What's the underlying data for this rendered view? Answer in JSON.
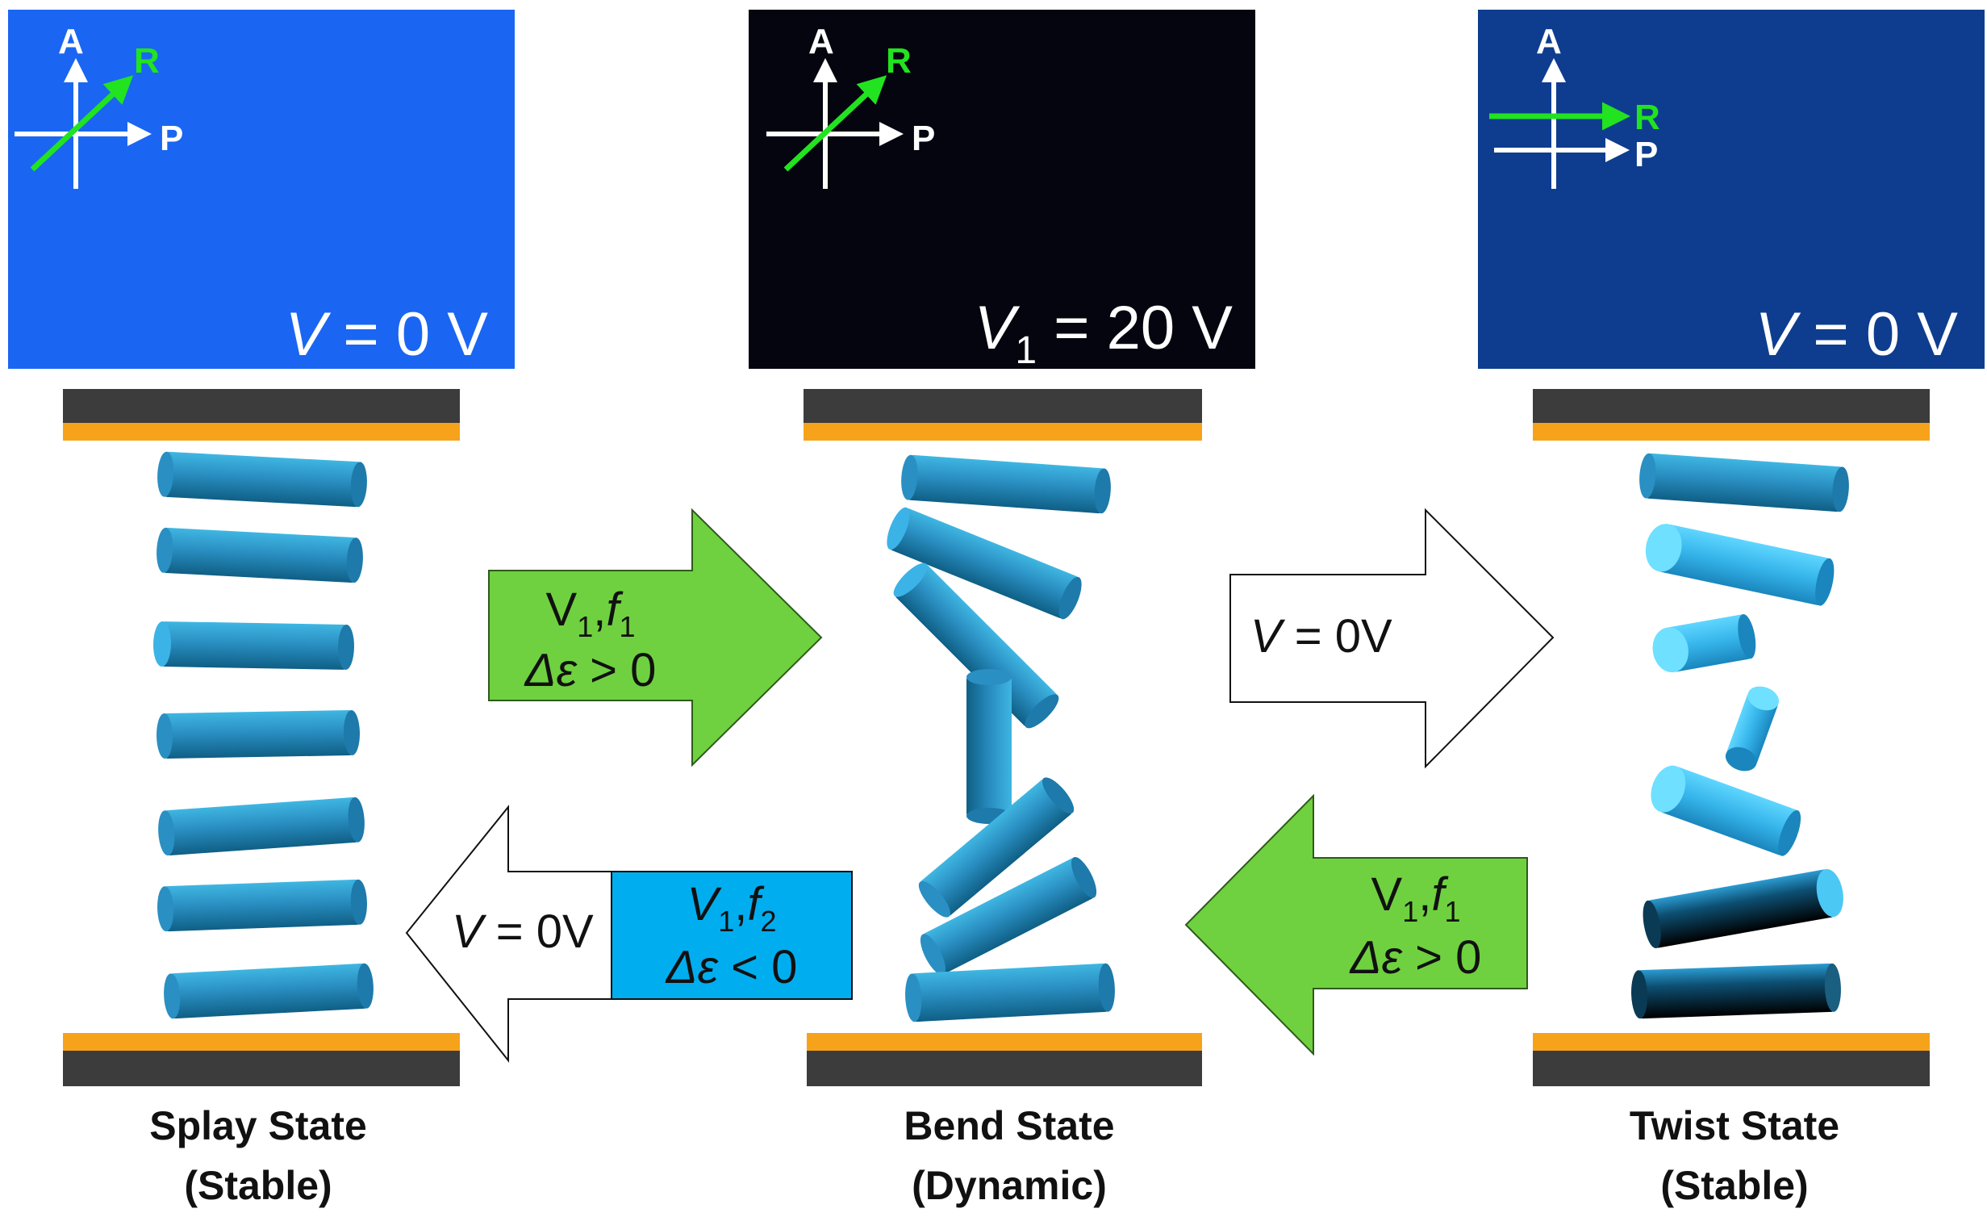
{
  "panels": [
    {
      "id": "splay",
      "image_color": "#1a66f2",
      "voltage": {
        "var": "V",
        "sub": "",
        "rest": " = 0 V"
      },
      "axes": {
        "a": "A",
        "r": "R",
        "p": "P"
      },
      "state_name": "Splay State",
      "state_kind": "(Stable)"
    },
    {
      "id": "bend",
      "image_color": "#05050f",
      "voltage": {
        "var": "V",
        "sub": "1",
        "rest": " = 20 V"
      },
      "axes": {
        "a": "A",
        "r": "R",
        "p": "P"
      },
      "state_name": "Bend State",
      "state_kind": "(Dynamic)"
    },
    {
      "id": "twist",
      "image_color": "#0e3d8f",
      "voltage": {
        "var": "V",
        "sub": "",
        "rest": " = 0 V"
      },
      "axes": {
        "a": "A",
        "r": "R",
        "p": "P"
      },
      "state_name": "Twist State",
      "state_kind": "(Stable)"
    }
  ],
  "arrows": {
    "splay_to_bend": {
      "line1_main": "V",
      "line1_sub": "1",
      "line1_mid": ",",
      "line1_f": "f",
      "line1_fsub": "1",
      "line2_sym": "Δε",
      "line2_rest": " > 0"
    },
    "bend_to_twist": {
      "var": "V",
      "rest": "  = 0V"
    },
    "twist_to_bend": {
      "line1_main": "V",
      "line1_sub": "1",
      "line1_mid": ",",
      "line1_f": "f",
      "line1_fsub": "1",
      "line2_sym": "Δε",
      "line2_rest": " > 0"
    },
    "bend_to_splay": {
      "var": "V",
      "rest": "  = 0V",
      "box_line1_main": "V",
      "box_line1_sub": "1",
      "box_line1_mid": ",",
      "box_line1_f": "f",
      "box_line1_fsub": "2",
      "box_line2_sym": "Δε",
      "box_line2_rest": " < 0"
    }
  },
  "colors": {
    "electrode": "#3c3c3c",
    "alignment_layer": "#f7a21b",
    "green_arrow": "#6fd13f",
    "blue_box": "#00aeef",
    "rod_light": "#49c4ec",
    "rod_dark": "#0f5f85",
    "rubbing_arrow": "#22e31f"
  }
}
